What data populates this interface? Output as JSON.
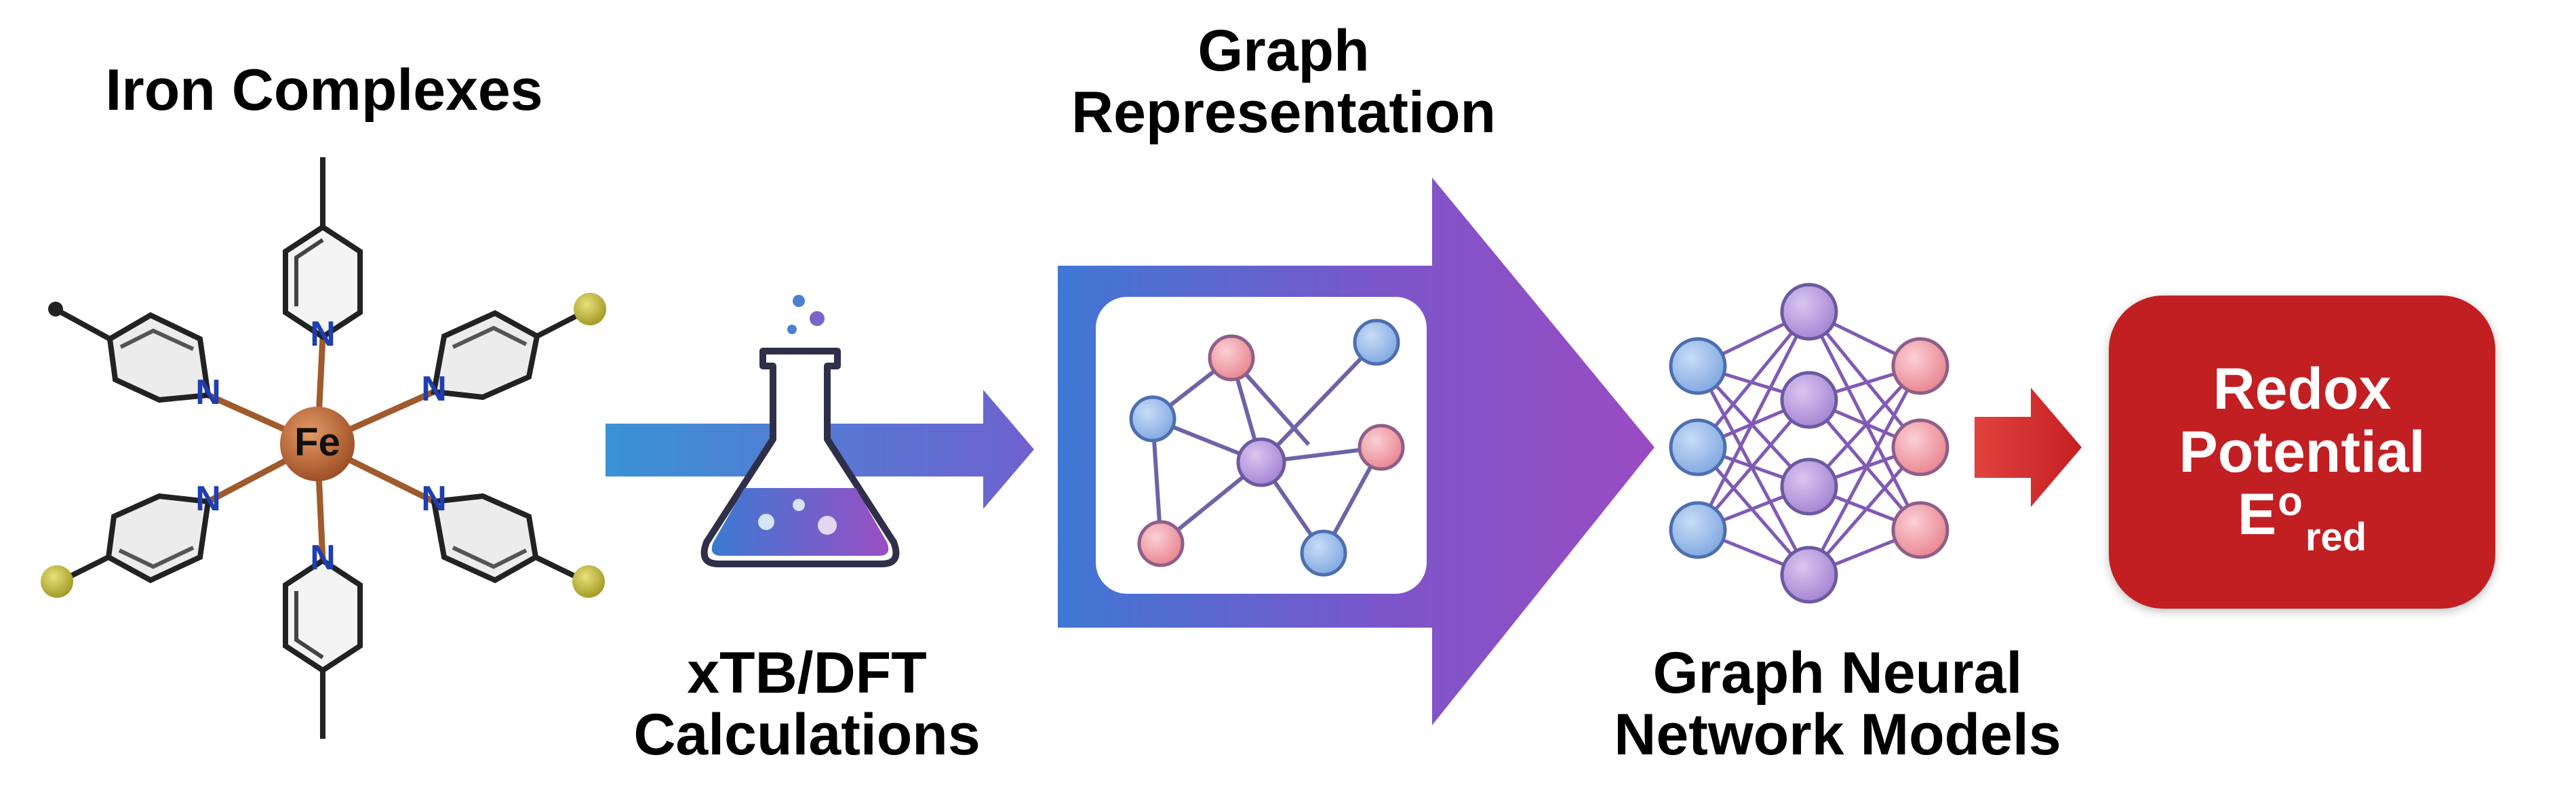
{
  "labels": {
    "iron_complexes": "Iron Complexes",
    "calc_line1": "xTB/DFT",
    "calc_line2": "Calculations",
    "graph_rep_line1": "Graph",
    "graph_rep_line2": "Representation",
    "gnn_line1": "Graph Neural",
    "gnn_line2": "Network Models"
  },
  "output": {
    "line1": "Redox",
    "line2": "Potential",
    "symbol": "E",
    "superscript": "o",
    "subscript": "red"
  },
  "molecule": {
    "metal": "Fe",
    "ligand_atom": "N"
  },
  "colors": {
    "arrow_start": "#3a93d6",
    "arrow_end": "#8a52c9",
    "output_red": "#c21f23",
    "metal": "#b65e2e",
    "nitrogen": "#1f3fb0",
    "substituent": "#b9b02a"
  }
}
